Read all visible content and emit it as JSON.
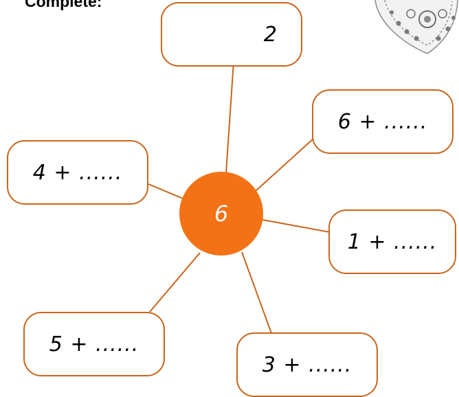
{
  "title": "Complete:",
  "center": {
    "value": "6",
    "color": "#f47216"
  },
  "boxes": [
    {
      "id": "top",
      "text": "2"
    },
    {
      "id": "upper-right",
      "text": "6 + ......"
    },
    {
      "id": "left",
      "text": "4 + ......"
    },
    {
      "id": "right",
      "text": "1 + ......"
    },
    {
      "id": "lower-left",
      "text": "5 + ......"
    },
    {
      "id": "bottom",
      "text": "3 + ......"
    }
  ],
  "line_color": "#c8651b",
  "decoration": "lace-heart-ornament"
}
